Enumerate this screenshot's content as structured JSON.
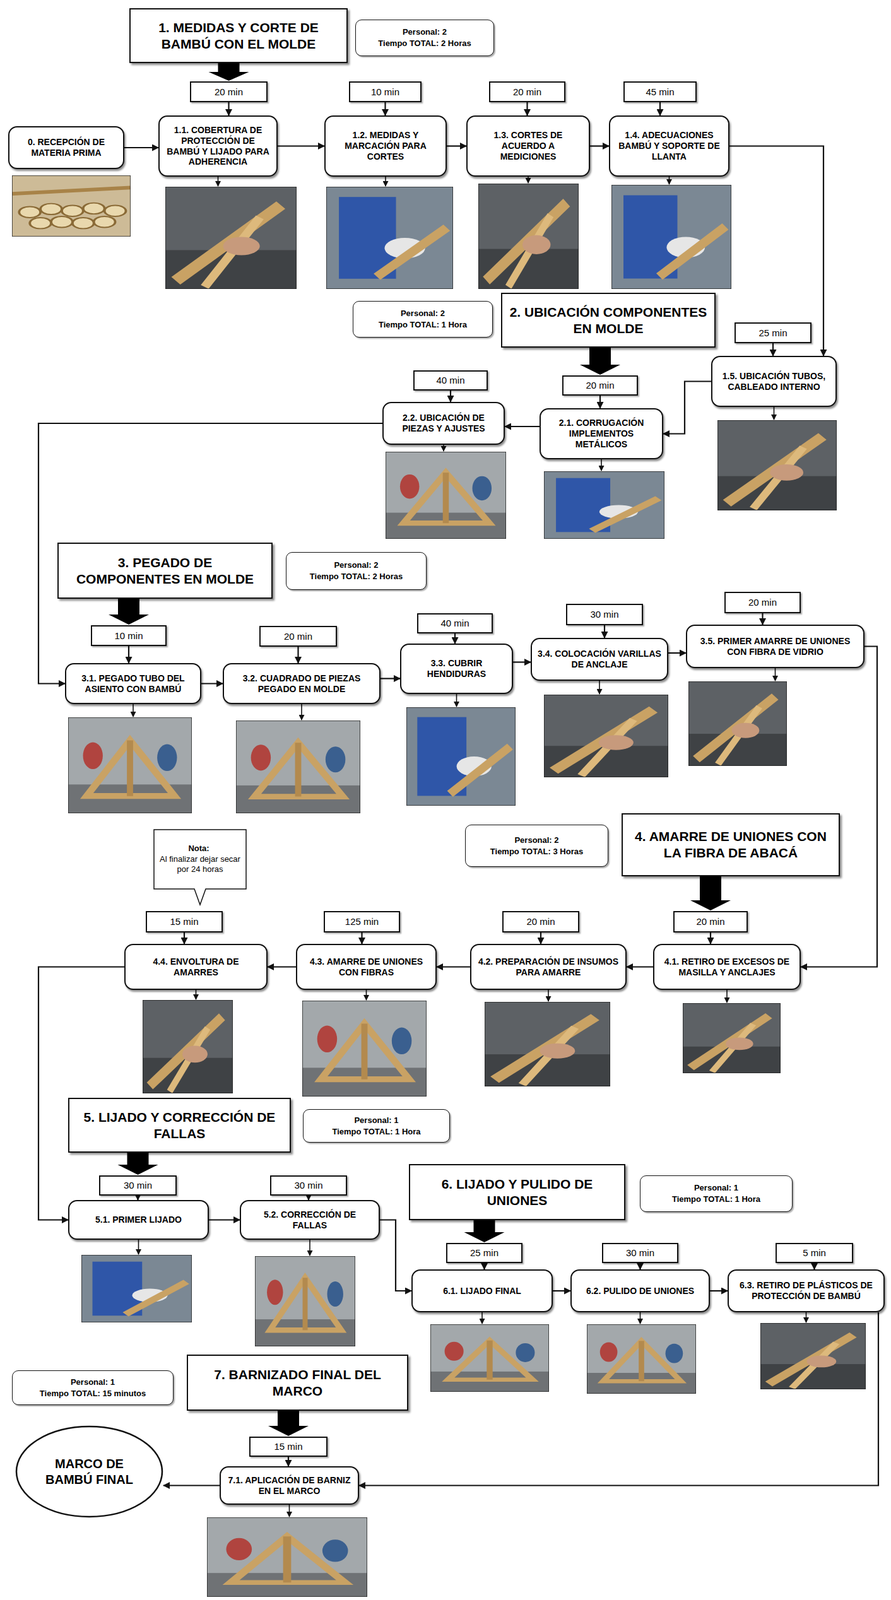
{
  "diagram": {
    "nodes": [
      {
        "text": [
          "1. MEDIDAS Y CORTE DE BAMBÚ CON EL MOLDE"
        ]
      },
      {
        "text": [
          "Personal: 2",
          "Tiempo TOTAL: 2 Horas"
        ]
      },
      {
        "text": [
          "0. RECEPCIÓN DE MATERIA PRIMA"
        ]
      },
      {
        "text": [
          "20 min"
        ]
      },
      {
        "text": [
          "1.1. COBERTURA DE PROTECCIÓN DE BAMBÚ Y LIJADO PARA ADHERENCIA"
        ]
      },
      {
        "text": [
          "10 min"
        ]
      },
      {
        "text": [
          "1.2. MEDIDAS Y MARCACIÓN PARA CORTES"
        ]
      },
      {
        "text": [
          "20 min"
        ]
      },
      {
        "text": [
          "1.3. CORTES DE ACUERDO A MEDICIONES"
        ]
      },
      {
        "text": [
          "45 min"
        ]
      },
      {
        "text": [
          "1.4. ADECUACIONES BAMBÚ Y SOPORTE DE LLANTA"
        ]
      },
      {
        "text": [
          "2. UBICACIÓN COMPONENTES EN MOLDE"
        ]
      },
      {
        "text": [
          "Personal: 2",
          "Tiempo TOTAL: 1 Hora"
        ]
      },
      {
        "text": [
          "25 min"
        ]
      },
      {
        "text": [
          "1.5. UBICACIÓN TUBOS, CABLEADO INTERNO"
        ]
      },
      {
        "text": [
          "20 min"
        ]
      },
      {
        "text": [
          "2.1. CORRUGACIÓN IMPLEMENTOS METÁLICOS"
        ]
      },
      {
        "text": [
          "40 min"
        ]
      },
      {
        "text": [
          "2.2. UBICACIÓN DE PIEZAS Y AJUSTES"
        ]
      },
      {
        "text": [
          "3. PEGADO DE COMPONENTES EN MOLDE"
        ]
      },
      {
        "text": [
          "Personal: 2",
          "Tiempo TOTAL: 2 Horas"
        ]
      },
      {
        "text": [
          "10 min"
        ]
      },
      {
        "text": [
          "3.1. PEGADO TUBO DEL ASIENTO CON BAMBÚ"
        ]
      },
      {
        "text": [
          "20 min"
        ]
      },
      {
        "text": [
          "3.2. CUADRADO DE PIEZAS PEGADO EN MOLDE"
        ]
      },
      {
        "text": [
          "40 min"
        ]
      },
      {
        "text": [
          "3.3. CUBRIR HENDIDURAS"
        ]
      },
      {
        "text": [
          "30 min"
        ]
      },
      {
        "text": [
          "3.4. COLOCACIÓN VARILLAS DE ANCLAJE"
        ]
      },
      {
        "text": [
          "20 min"
        ]
      },
      {
        "text": [
          "3.5. PRIMER AMARRE DE UNIONES CON FIBRA DE VIDRIO"
        ]
      },
      {
        "text": [
          "4. AMARRE DE UNIONES CON LA FIBRA DE ABACÁ"
        ]
      },
      {
        "text": [
          "Personal: 2",
          "Tiempo TOTAL: 3 Horas"
        ]
      },
      {
        "text": [
          "20 min"
        ]
      },
      {
        "text": [
          "4.1. RETIRO DE EXCESOS DE MASILLA Y ANCLAJES"
        ]
      },
      {
        "text": [
          "20 min"
        ]
      },
      {
        "text": [
          "4.2. PREPARACIÓN DE INSUMOS PARA AMARRE"
        ]
      },
      {
        "text": [
          "125 min"
        ]
      },
      {
        "text": [
          "4.3. AMARRE DE UNIONES CON FIBRAS"
        ]
      },
      {
        "text": [
          "Nota:",
          "Al finalizar dejar secar por 24 horas"
        ]
      },
      {
        "text": [
          "15 min"
        ]
      },
      {
        "text": [
          "4.4. ENVOLTURA DE AMARRES"
        ]
      },
      {
        "text": [
          "5. LIJADO Y CORRECCIÓN DE FALLAS"
        ]
      },
      {
        "text": [
          "Personal: 1",
          "Tiempo TOTAL: 1 Hora"
        ]
      },
      {
        "text": [
          "30 min"
        ]
      },
      {
        "text": [
          "5.1. PRIMER LIJADO"
        ]
      },
      {
        "text": [
          "30 min"
        ]
      },
      {
        "text": [
          "5.2. CORRECCIÓN DE FALLAS"
        ]
      },
      {
        "text": [
          "6. LIJADO Y PULIDO DE UNIONES"
        ]
      },
      {
        "text": [
          "Personal: 1",
          "Tiempo TOTAL: 1 Hora"
        ]
      },
      {
        "text": [
          "25 min"
        ]
      },
      {
        "text": [
          "6.1. LIJADO FINAL"
        ]
      },
      {
        "text": [
          "30 min"
        ]
      },
      {
        "text": [
          "6.2. PULIDO DE UNIONES"
        ]
      },
      {
        "text": [
          "5 min"
        ]
      },
      {
        "text": [
          "6.3. RETIRO DE PLÁSTICOS DE PROTECCIÓN DE BAMBÚ"
        ]
      },
      {
        "text": [
          "7. BARNIZADO FINAL DEL MARCO"
        ]
      },
      {
        "text": [
          "Personal: 1",
          "Tiempo TOTAL: 15 minutos"
        ]
      },
      {
        "text": [
          "15 min"
        ]
      },
      {
        "text": [
          "7.1. APLICACIÓN DE BARNIZ EN EL MARCO"
        ]
      },
      {
        "text": [
          "MARCO DE BAMBÚ FINAL"
        ]
      }
    ],
    "edges": [
      {
        "from": 0,
        "to": 3,
        "arrow": "to"
      },
      {
        "from": 11,
        "to": 15,
        "arrow": "to"
      },
      {
        "from": 19,
        "to": 21,
        "arrow": "to"
      },
      {
        "from": 31,
        "to": 33,
        "arrow": "to"
      },
      {
        "from": 42,
        "to": 44,
        "arrow": "to"
      },
      {
        "from": 48,
        "to": 50,
        "arrow": "to"
      },
      {
        "from": 56,
        "to": 58,
        "arrow": "to"
      },
      {
        "from": 3,
        "to": 4,
        "arrow": "to"
      },
      {
        "from": 5,
        "to": 6,
        "arrow": "to"
      },
      {
        "from": 7,
        "to": 8,
        "arrow": "to"
      },
      {
        "from": 9,
        "to": 10,
        "arrow": "to"
      },
      {
        "from": 13,
        "to": 14,
        "arrow": "to"
      },
      {
        "from": 15,
        "to": 16,
        "arrow": "to"
      },
      {
        "from": 17,
        "to": 18,
        "arrow": "to"
      },
      {
        "from": 21,
        "to": 22,
        "arrow": "to"
      },
      {
        "from": 23,
        "to": 24,
        "arrow": "to"
      },
      {
        "from": 25,
        "to": 26,
        "arrow": "to"
      },
      {
        "from": 27,
        "to": 28,
        "arrow": "to"
      },
      {
        "from": 29,
        "to": 30,
        "arrow": "to"
      },
      {
        "from": 33,
        "to": 34,
        "arrow": "to"
      },
      {
        "from": 35,
        "to": 36,
        "arrow": "to"
      },
      {
        "from": 37,
        "to": 38,
        "arrow": "to"
      },
      {
        "from": 40,
        "to": 41,
        "arrow": "to"
      },
      {
        "from": 44,
        "to": 45,
        "arrow": "to"
      },
      {
        "from": 46,
        "to": 47,
        "arrow": "to"
      },
      {
        "from": 50,
        "to": 51,
        "arrow": "to"
      },
      {
        "from": 52,
        "to": 53,
        "arrow": "to"
      },
      {
        "from": 54,
        "to": 55,
        "arrow": "to"
      },
      {
        "from": 58,
        "to": 59,
        "arrow": "to"
      },
      {
        "from": 2,
        "to": 4,
        "arrow": "to"
      },
      {
        "from": 4,
        "to": 6,
        "arrow": "to"
      },
      {
        "from": 6,
        "to": 8,
        "arrow": "to"
      },
      {
        "from": 8,
        "to": 10,
        "arrow": "to"
      },
      {
        "from": 10,
        "to": 14,
        "arrow": "to"
      },
      {
        "from": 14,
        "to": 16,
        "arrow": "to"
      },
      {
        "from": 16,
        "to": 18,
        "arrow": "to"
      },
      {
        "from": 18,
        "to": 22,
        "arrow": "to"
      },
      {
        "from": 22,
        "to": 24,
        "arrow": "to"
      },
      {
        "from": 24,
        "to": 26,
        "arrow": "to"
      },
      {
        "from": 26,
        "to": 28,
        "arrow": "to"
      },
      {
        "from": 28,
        "to": 30,
        "arrow": "to"
      },
      {
        "from": 30,
        "to": 34,
        "arrow": "to"
      },
      {
        "from": 34,
        "to": 36,
        "arrow": "to"
      },
      {
        "from": 36,
        "to": 38,
        "arrow": "to"
      },
      {
        "from": 38,
        "to": 41,
        "arrow": "to"
      },
      {
        "from": 41,
        "to": 45,
        "arrow": "to"
      },
      {
        "from": 45,
        "to": 47,
        "arrow": "to"
      },
      {
        "from": 47,
        "to": 51,
        "arrow": "to"
      },
      {
        "from": 51,
        "to": 53,
        "arrow": "to"
      },
      {
        "from": 53,
        "to": 55,
        "arrow": "to"
      },
      {
        "from": 55,
        "to": 59,
        "arrow": "to"
      },
      {
        "from": 59,
        "to": 60,
        "arrow": "to"
      }
    ]
  }
}
